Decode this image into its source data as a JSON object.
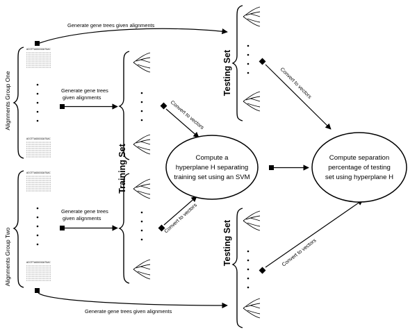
{
  "groups": {
    "one": "Alignments Group One",
    "two": "Alignments Group Two"
  },
  "sets": {
    "training": "Training Set",
    "testing_top": "Testing Set",
    "testing_bottom": "Testing Set"
  },
  "edges": {
    "gen_top": "Generate gene trees given alignments",
    "gen_bottom": "Generate gene trees given alignments",
    "gen_mid1_line1": "Generate gene trees",
    "gen_mid1_line2": "given alignments",
    "gen_mid2_line1": "Generate gene trees",
    "gen_mid2_line2": "given alignments",
    "convert_1": "Convert to vectors",
    "convert_2": "Convert to vectors",
    "convert_3": "Convert to vectors",
    "convert_4": "Convert to vectors"
  },
  "nodes": {
    "svm_line1": "Compute a",
    "svm_line2": "hyperplane H separating",
    "svm_line3": "training set using an SVM",
    "sep_line1": "Compute separation",
    "sep_line2": "percentage of testing",
    "sep_line3": "set using hyperplane H"
  },
  "alignment_header": "ACGTTAGGGGGATGAC"
}
